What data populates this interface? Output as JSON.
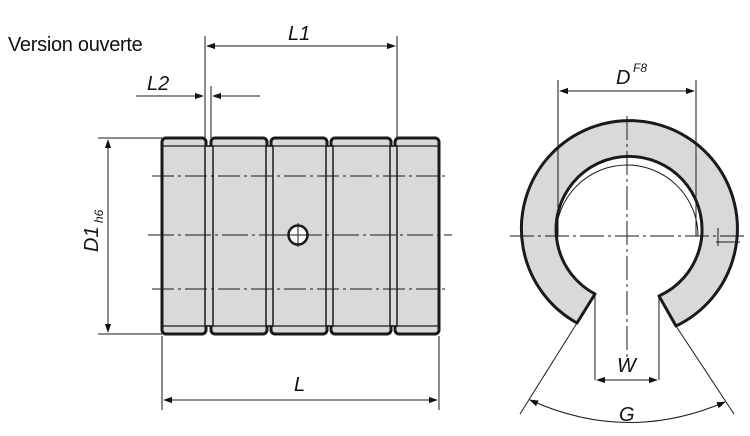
{
  "title": "Version ouverte",
  "labels": {
    "L1": "L1",
    "L2": "L2",
    "L": "L",
    "D1": "D1",
    "D1_sub": "h6",
    "D": "D",
    "D_sup": "F8",
    "W": "W",
    "G": "G"
  },
  "colors": {
    "fill": "#d9d9d9",
    "outline": "#1a1a1a",
    "background": "#ffffff"
  }
}
